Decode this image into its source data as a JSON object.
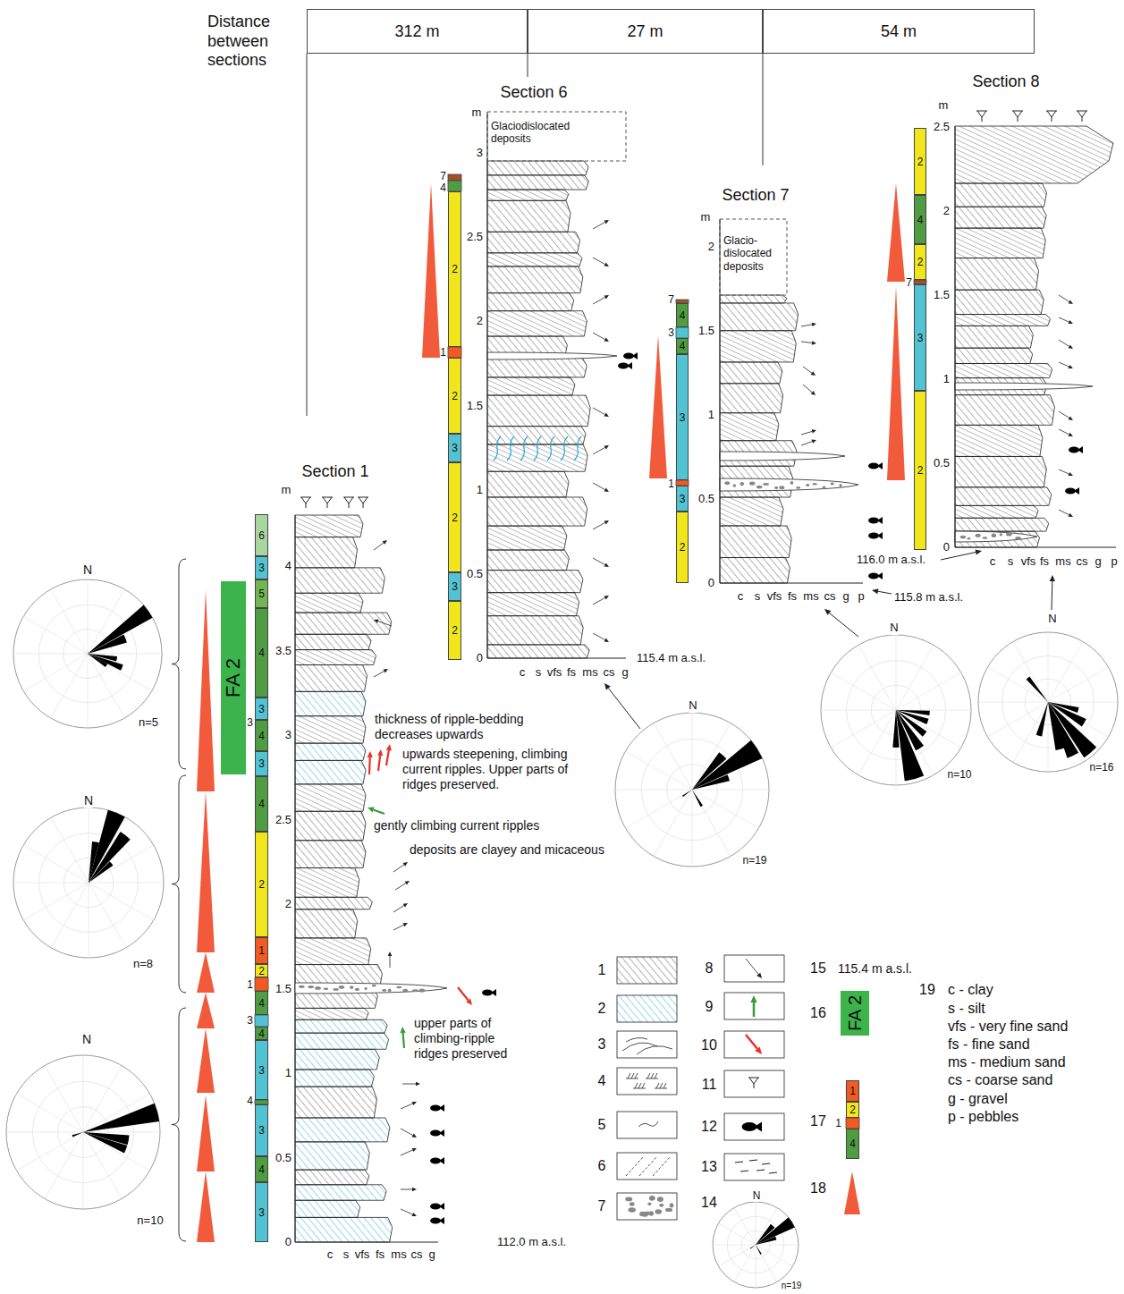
{
  "diagram": {
    "nodes": [
      {
        "text": [
          "312 m"
        ]
      },
      {
        "text": [
          "27 m"
        ]
      },
      {
        "text": [
          "54 m"
        ]
      },
      {
        "text": [
          "FA 2"
        ]
      },
      {
        "text": [
          "6"
        ]
      },
      {
        "text": [
          "3"
        ]
      },
      {
        "text": [
          "5"
        ]
      },
      {
        "text": [
          "4"
        ]
      },
      {
        "text": [
          "3"
        ]
      },
      {
        "text": [
          "4"
        ]
      },
      {
        "text": [
          "3"
        ]
      },
      {
        "text": [
          "4"
        ]
      },
      {
        "text": [
          "2"
        ]
      },
      {
        "text": [
          "1"
        ]
      },
      {
        "text": [
          "2"
        ]
      },
      {
        "text": [
          "4"
        ]
      },
      {
        "text": [
          "4"
        ]
      },
      {
        "text": [
          "3"
        ]
      },
      {
        "text": [
          "3"
        ]
      },
      {
        "text": [
          "4"
        ]
      },
      {
        "text": [
          "3"
        ]
      },
      {
        "text": [
          "2"
        ]
      },
      {
        "text": [
          "2"
        ]
      },
      {
        "text": [
          "3"
        ]
      },
      {
        "text": [
          "2"
        ]
      },
      {
        "text": [
          "3"
        ]
      },
      {
        "text": [
          "2"
        ]
      },
      {
        "text": [
          "4"
        ]
      },
      {
        "text": [
          "4"
        ]
      },
      {
        "text": [
          "3"
        ]
      },
      {
        "text": [
          "3"
        ]
      },
      {
        "text": [
          "2"
        ]
      },
      {
        "text": [
          "2"
        ]
      },
      {
        "text": [
          "4"
        ]
      },
      {
        "text": [
          "2"
        ]
      },
      {
        "text": [
          "3"
        ]
      },
      {
        "text": [
          "2"
        ]
      },
      {
        "text": [
          "FA 2"
        ]
      },
      {
        "text": [
          "1"
        ]
      },
      {
        "text": [
          "2"
        ]
      },
      {
        "text": [
          "4"
        ]
      }
    ],
    "labels": [
      "Distance between sections",
      "Section 6",
      "Section 7",
      "Section 8",
      "Section 1",
      "m",
      "4",
      "3.5",
      "3",
      "2.5",
      "2",
      "1.5",
      "1",
      "0.5",
      "0",
      "c",
      "s",
      "vfs",
      "fs",
      "ms",
      "cs",
      "g",
      "112.0 m a.s.l.",
      "m",
      "3",
      "2.5",
      "2",
      "1.5",
      "1",
      "0.5",
      "0",
      "c",
      "s",
      "vfs",
      "fs",
      "ms",
      "cs",
      "g",
      "115.4 m a.s.l.",
      "Glaciodislocated deposits",
      "m",
      "2",
      "1.5",
      "1",
      "0.5",
      "0",
      "c",
      "s",
      "vfs",
      "fs",
      "ms",
      "cs",
      "g",
      "p",
      "115.8 m a.s.l.",
      "Glacio- dislocated deposits",
      "m",
      "2.5",
      "2",
      "1.5",
      "1",
      "0.5",
      "0",
      "c",
      "s",
      "vfs",
      "fs",
      "ms",
      "cs",
      "g",
      "p",
      "116.0 m a.s.l.",
      "7",
      "4",
      "1",
      "7",
      "3",
      "1",
      "7",
      "3",
      "1",
      "3",
      "4",
      "thickness of ripple-bedding decreases upwards",
      "upwards steepening, climbing current ripples. Upper parts of ridges preserved.",
      "gently climbing current ripples",
      "deposits are clayey and micaceous",
      "upper parts of climbing-ripple ridges preserved",
      "N",
      "n=5",
      "N",
      "n=8",
      "N",
      "n=10",
      "N",
      "n=19",
      "N",
      "n=10",
      "N",
      "n=16",
      "115.4 m a.s.l.",
      "1",
      "N",
      "n=19",
      "c - clay",
      "s - silt",
      "vfs - very fine sand",
      "fs - fine sand",
      "ms - medium sand",
      "cs - coarse sand",
      "g - gravel",
      "p - pebbles"
    ],
    "legend": [
      {
        "text": "1"
      },
      {
        "text": "2"
      },
      {
        "text": "3"
      },
      {
        "text": "4"
      },
      {
        "text": "5"
      },
      {
        "text": "6"
      },
      {
        "text": "7"
      },
      {
        "text": "8"
      },
      {
        "text": "9"
      },
      {
        "text": "10"
      },
      {
        "text": "11"
      },
      {
        "text": "12"
      },
      {
        "text": "13"
      },
      {
        "text": "14"
      },
      {
        "text": "15"
      },
      {
        "text": "16"
      },
      {
        "text": "17"
      },
      {
        "text": "18"
      },
      {
        "text": "19"
      }
    ]
  }
}
